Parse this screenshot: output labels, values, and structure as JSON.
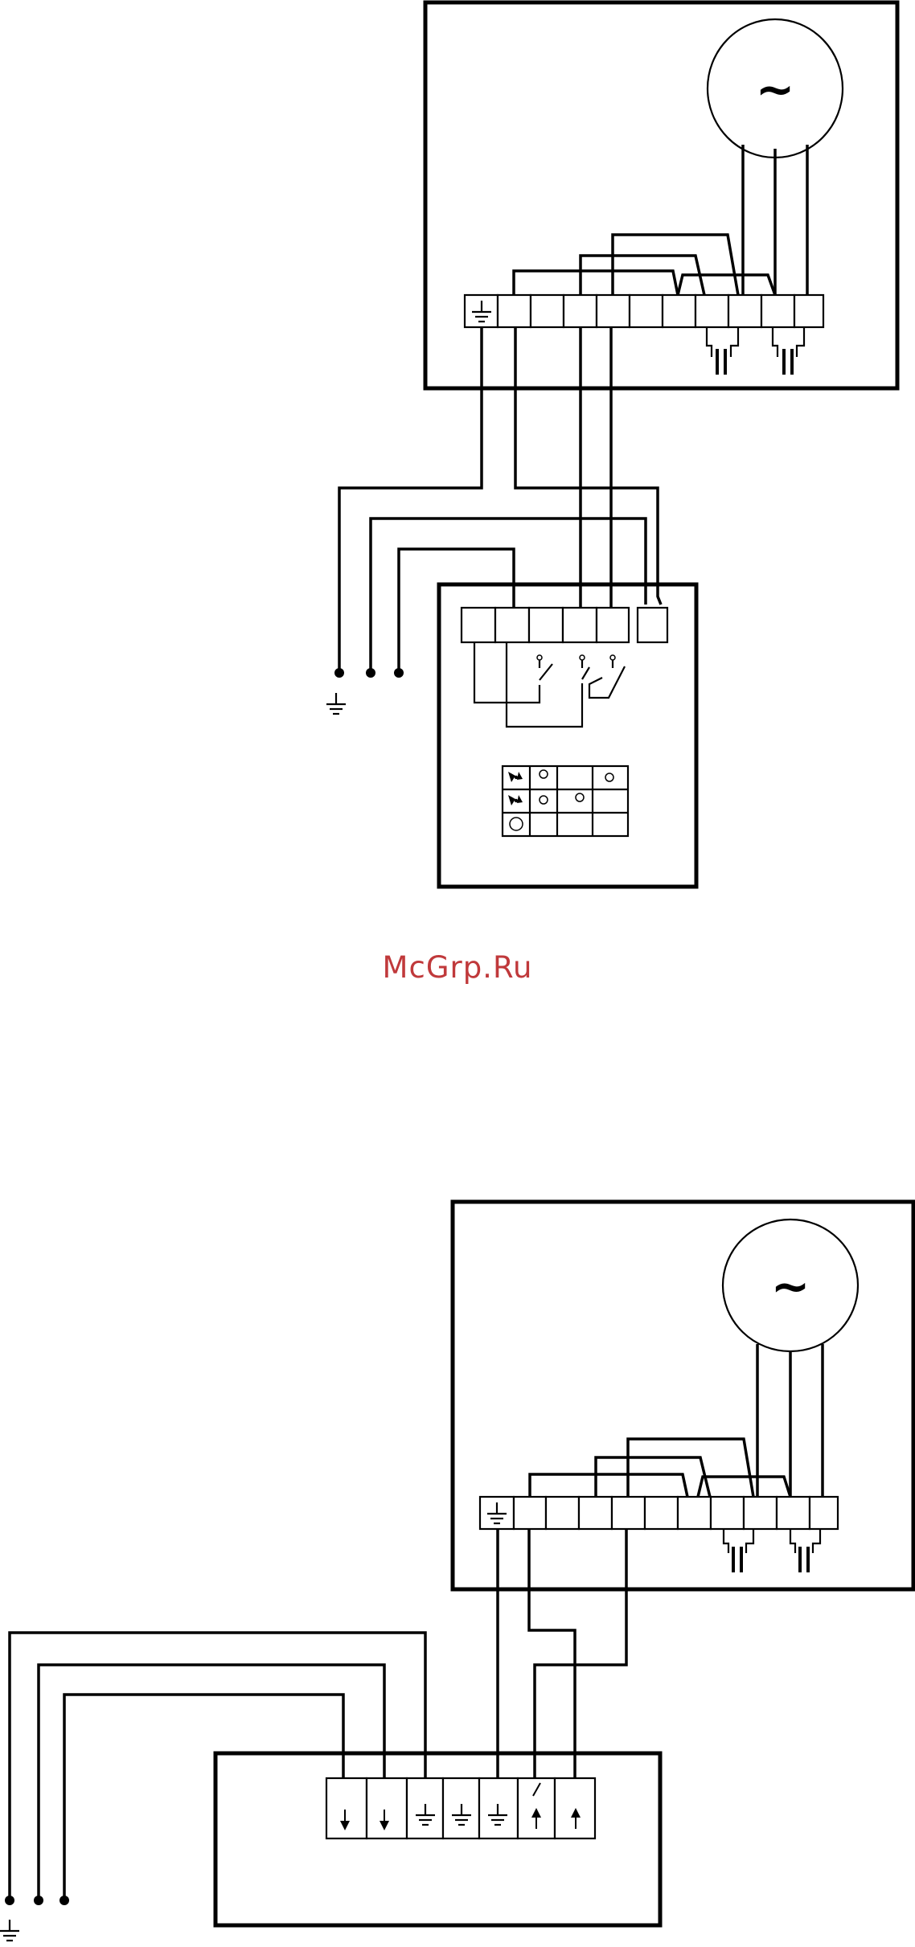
{
  "watermark": "McGrp.Ru",
  "diagrams": [
    {
      "id": "fan-speed-switch-wiring",
      "motor_symbol": "~"
    },
    {
      "id": "fan-terminal-block-wiring",
      "motor_symbol": "~"
    }
  ],
  "icons": [
    "ground-icon",
    "capacitor-icon",
    "fan-icon",
    "lamp-icon",
    "arrow-down-icon",
    "arrow-up-icon",
    "motor-icon"
  ],
  "colors": {
    "line": "#000000",
    "watermark": "#c0393b"
  }
}
